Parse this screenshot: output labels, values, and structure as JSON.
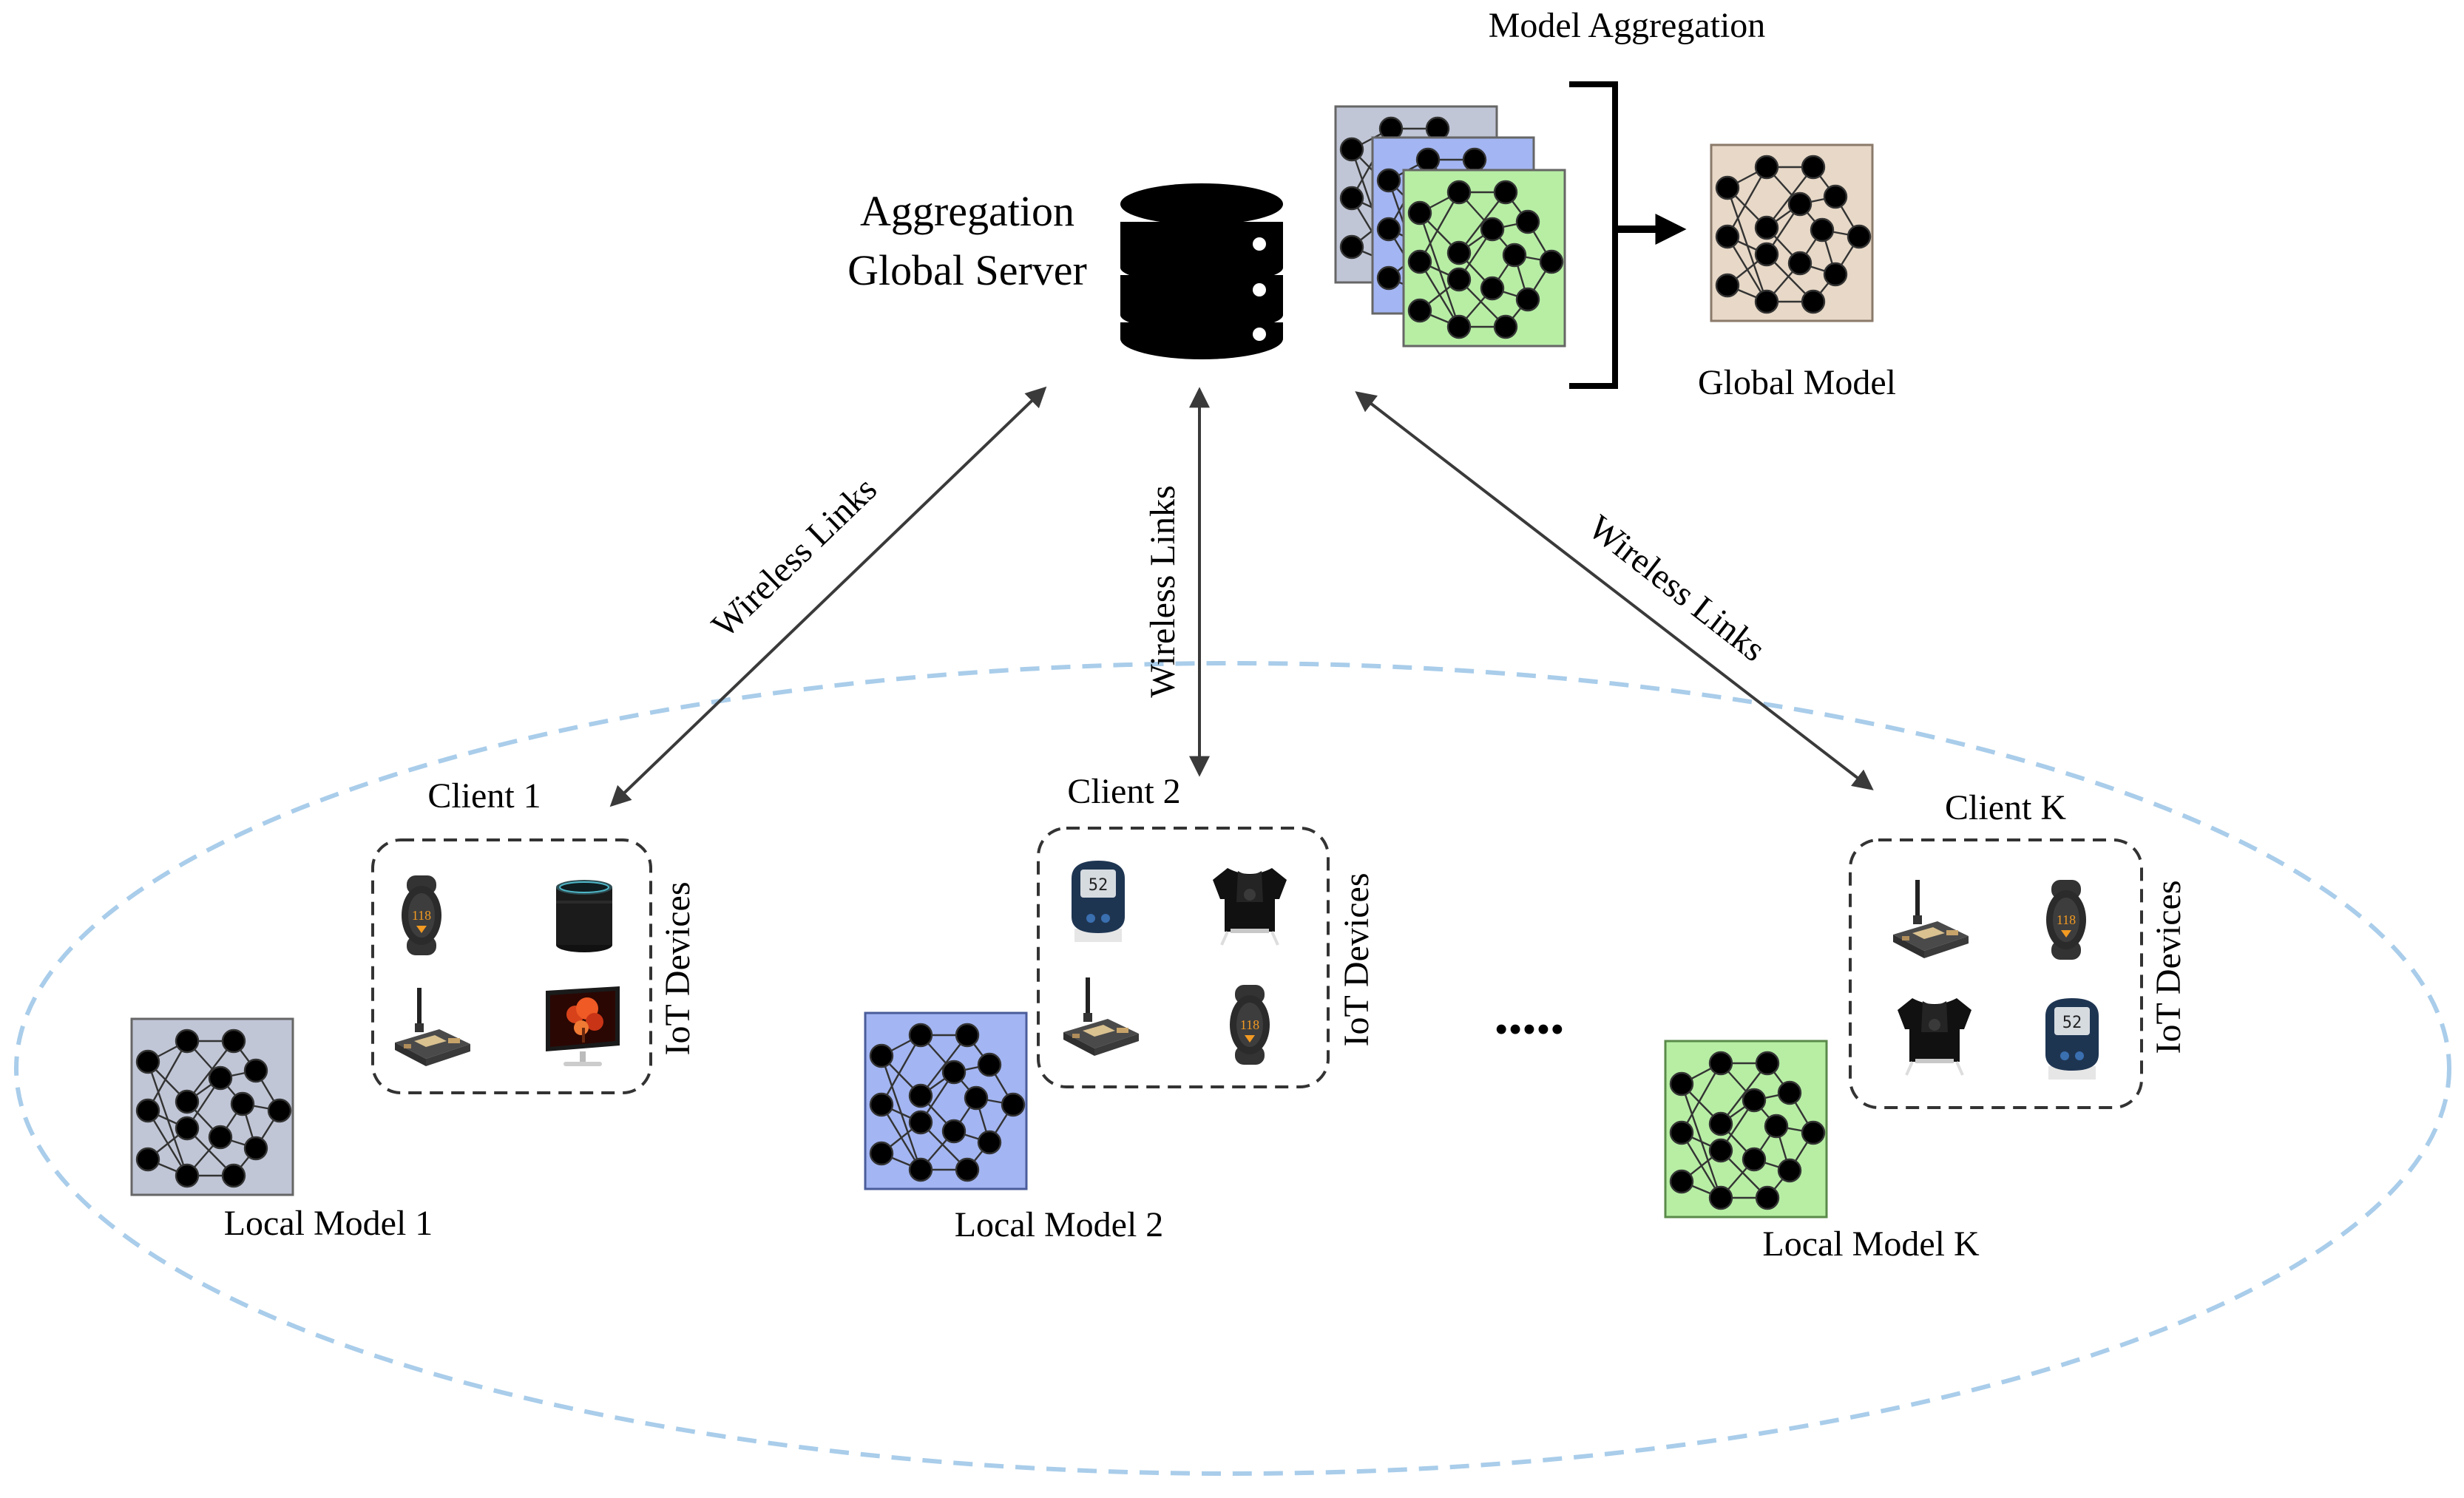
{
  "server": {
    "label_line1": "Aggregation",
    "label_line2": "Global Server",
    "icon": "database-server-icon"
  },
  "aggregation": {
    "title": "Model Aggregation",
    "global_model_label": "Global Model",
    "stack_colors": [
      "#c0c6d6",
      "#a3b5f2",
      "#b7eea4"
    ]
  },
  "links": {
    "left_label": "Wireless Links",
    "center_label": "Wireless Links",
    "right_label": "Wireless Links"
  },
  "clients": [
    {
      "name": "Client 1",
      "devices_label": "IoT Devices",
      "devices": [
        "heart-rate-monitor-icon",
        "smart-speaker-icon",
        "sensor-board-icon",
        "smart-display-icon"
      ],
      "local_model_label": "Local Model 1",
      "model_color": "#c0c6d6"
    },
    {
      "name": "Client 2",
      "devices_label": "IoT Devices",
      "devices": [
        "glucose-meter-icon",
        "smart-vest-icon",
        "sensor-board-icon",
        "heart-rate-monitor-icon"
      ],
      "local_model_label": "Local Model 2",
      "model_color": "#a3b5f2"
    },
    {
      "name": "Client K",
      "devices_label": "IoT Devices",
      "devices": [
        "sensor-board-icon",
        "heart-rate-monitor-icon",
        "smart-vest-icon",
        "glucose-meter-icon"
      ],
      "local_model_label": "Local Model K",
      "model_color": "#b7eea4"
    }
  ],
  "ellipsis": "•••••",
  "colors": {
    "global_model": "#e7d8c7",
    "client_region": "#a9cdea",
    "model_border": "#666666"
  }
}
